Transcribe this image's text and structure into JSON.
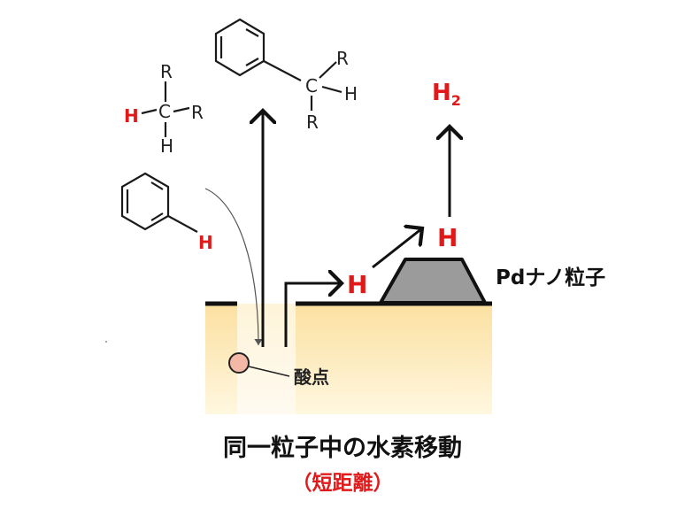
{
  "molecules": {
    "alkane": {
      "r_top": "R",
      "r_right": "R",
      "c": "C",
      "h_left": "H",
      "h_bottom": "H"
    },
    "alkylbenzene": {
      "r_top": "R",
      "r_bottom": "R",
      "c": "C",
      "h_right": "H"
    },
    "benzene": {
      "h": "H"
    }
  },
  "species": {
    "h_surface": "H",
    "h_spill": "H",
    "h2_base": "H",
    "h2_sub": "2"
  },
  "labels": {
    "pd_nanoparticle": "Pdナノ粒子",
    "acid_site": "酸点",
    "caption_main": "同一粒子中の水素移動",
    "caption_sub": "（短距離）"
  },
  "colors": {
    "support_top": "#fbe2a8",
    "support_bottom": "#fff6dd",
    "surface_line": "#111111",
    "pd_particle": "#9b9b9b",
    "acid_site": "#f3b9a6",
    "hydrogen": "#e01a1a"
  }
}
